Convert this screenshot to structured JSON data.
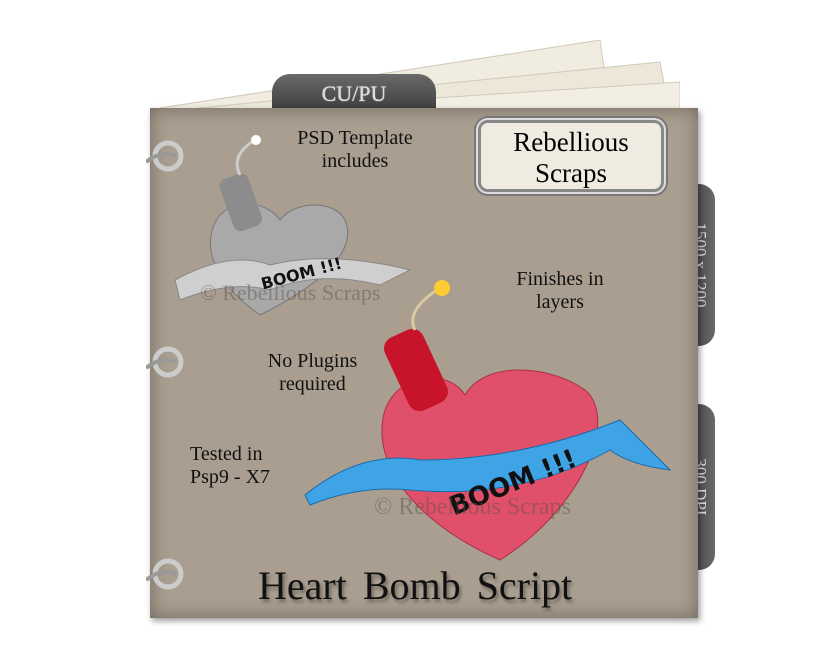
{
  "tabs": {
    "top": "CU/PU",
    "size": "1500 x 1200",
    "dpi": "300 DPI"
  },
  "brand_label": [
    "Rebellious",
    "Scraps"
  ],
  "features": {
    "psd": [
      "PSD Template",
      "includes"
    ],
    "layers": [
      "Finishes in",
      "layers"
    ],
    "plugins": [
      "No Plugins",
      "required"
    ],
    "tested": [
      "Tested in",
      "Psp9 - X7"
    ]
  },
  "banner_text": "BOOM !!!",
  "watermark": "© Rebellious Scraps",
  "title": "Heart Bomb  Script",
  "colors": {
    "cover": "#a99e8f",
    "heart": "#e0506a",
    "ribbon": "#3fa4e6"
  }
}
